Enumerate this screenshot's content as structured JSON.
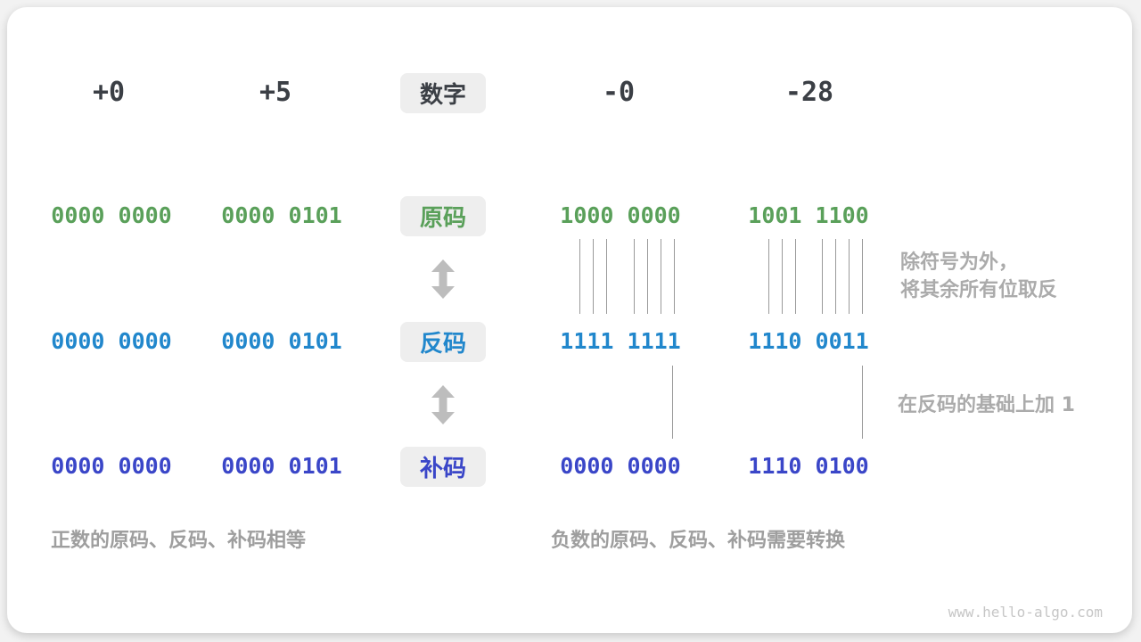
{
  "headers": {
    "plus0": "+0",
    "plus5": "+5",
    "minus0": "-0",
    "minus28": "-28"
  },
  "row_labels": {
    "number": "数字",
    "sign_magnitude": "原码",
    "ones_complement": "反码",
    "twos_complement": "补码"
  },
  "rows": {
    "sign_magnitude": {
      "plus0": "0000 0000",
      "plus5": "0000 0101",
      "minus0": "1000 0000",
      "minus28": "1001 1100"
    },
    "ones_complement": {
      "plus0": "0000 0000",
      "plus5": "0000 0101",
      "minus0": "1111 1111",
      "minus28": "1110 0011"
    },
    "twos_complement": {
      "plus0": "0000 0000",
      "plus5": "0000 0101",
      "minus0": "0000 0000",
      "minus28": "1110 0100"
    }
  },
  "annotations": {
    "invert_line1": "除符号为外，",
    "invert_line2": "将其余所有位取反",
    "add_one": "在反码的基础上加 1",
    "positive_note": "正数的原码、反码、补码相等",
    "negative_note": "负数的原码、反码、补码需要转换"
  },
  "watermark": "www.hello-algo.com",
  "colors": {
    "sign_magnitude_green": "#5aa05a",
    "ones_complement_blue": "#2187cc",
    "twos_complement_indigo": "#3a46c8",
    "annotation_gray": "#ababab",
    "label_box_bg": "#eeeeee",
    "header_dark": "#3b3f45",
    "arrow_gray": "#bdbdbd"
  }
}
